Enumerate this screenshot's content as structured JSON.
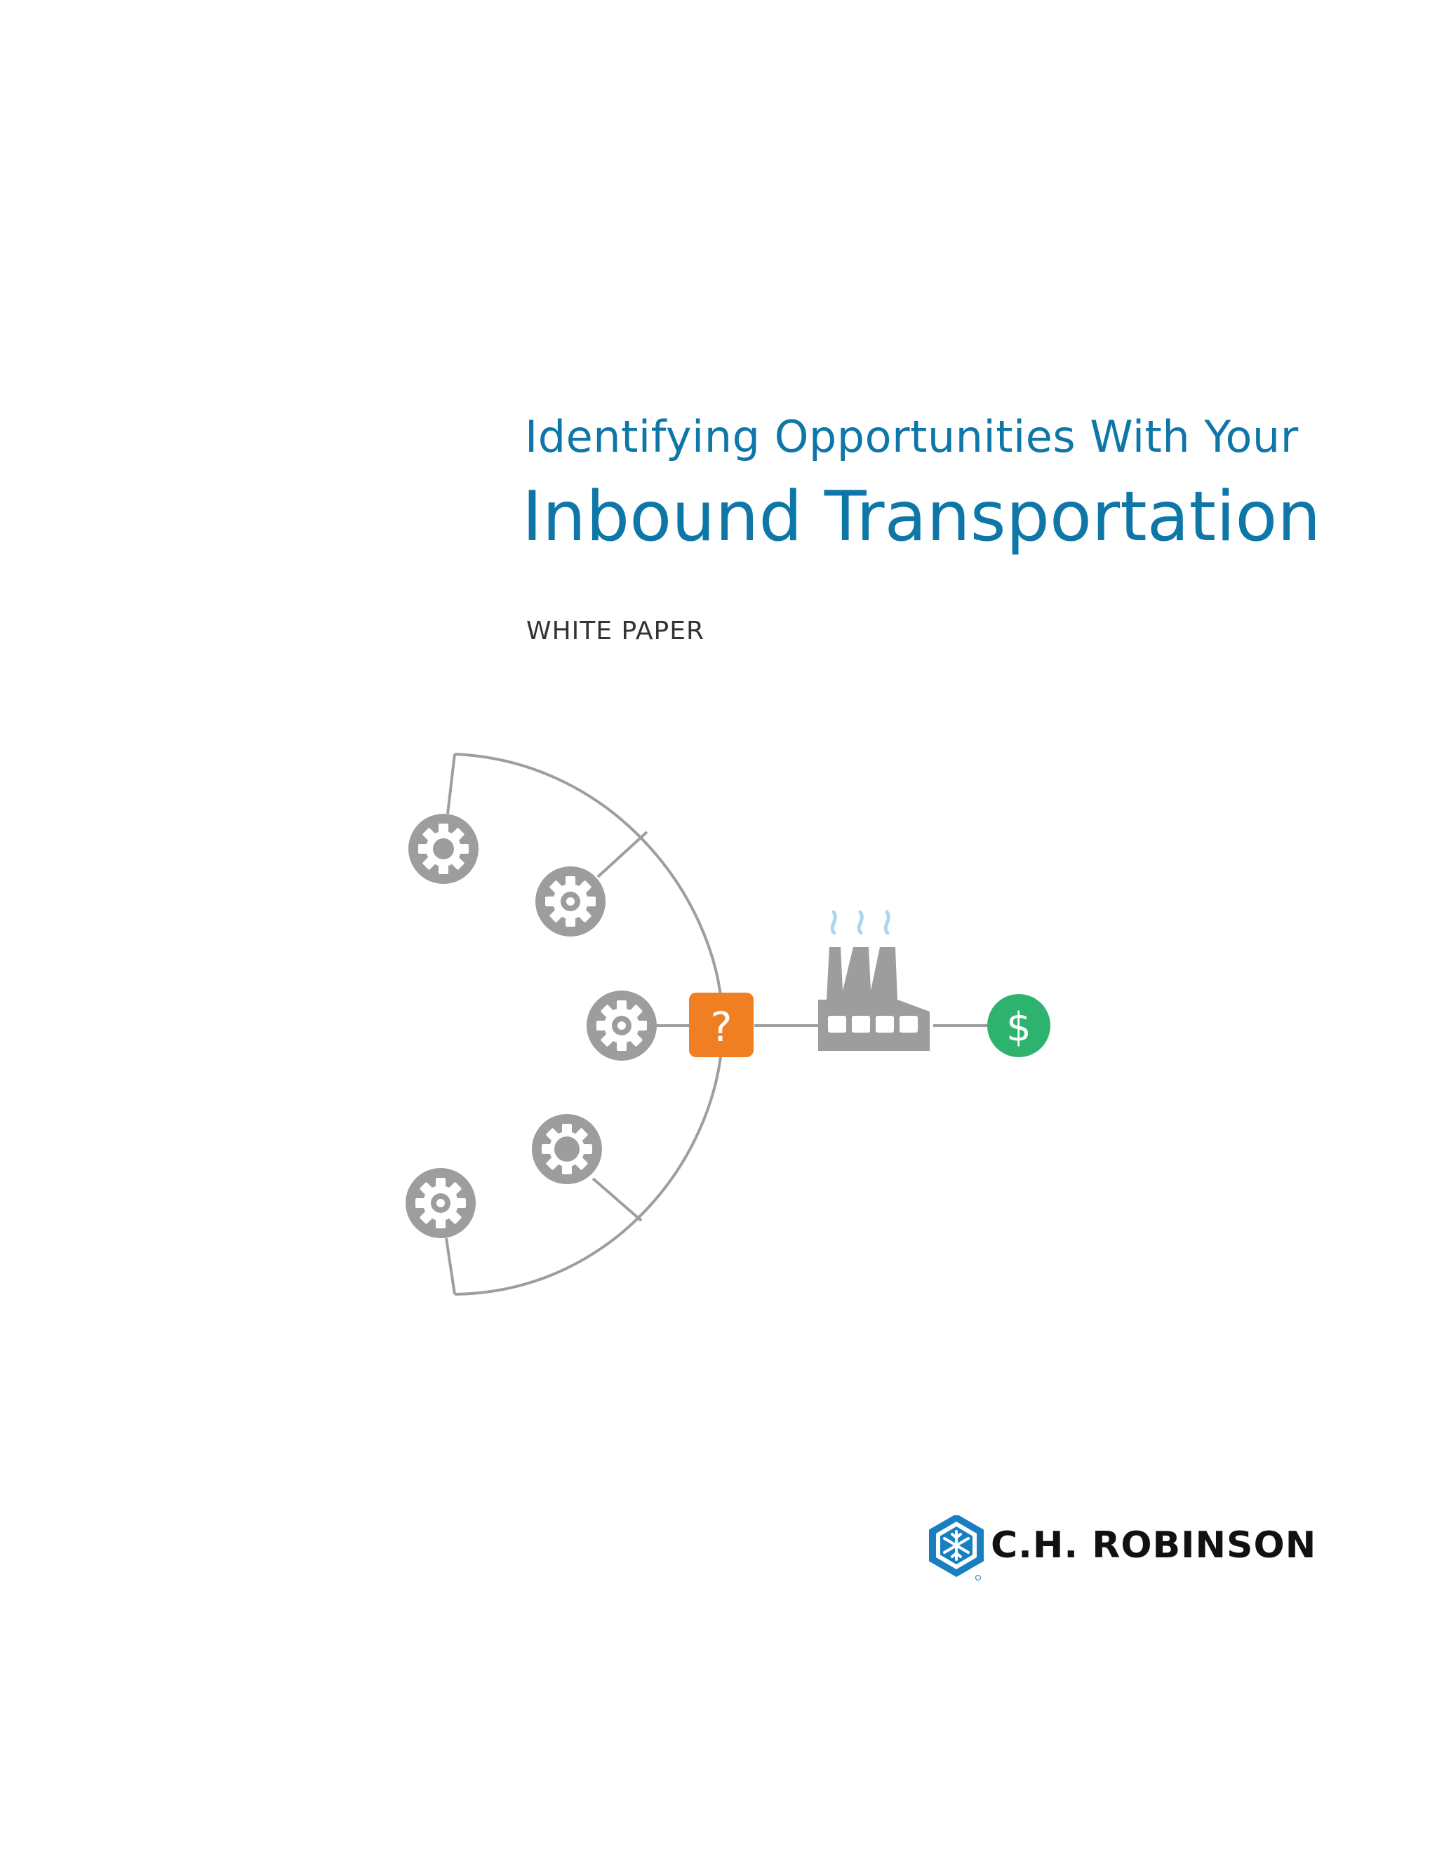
{
  "title": {
    "line1": "Identifying Opportunities With Your",
    "line2": "Inbound Transportation"
  },
  "doc_type": "WHITE PAPER",
  "diagram": {
    "question_mark": "?",
    "currency_symbol": "$"
  },
  "brand": {
    "name": "C.H. ROBINSON"
  },
  "colors": {
    "title_blue": "#0f77a8",
    "line_gray": "#9e9e9e",
    "icon_gray": "#9d9d9d",
    "question_orange": "#f07f24",
    "dollar_green": "#2eb36f",
    "steam_blue": "#a9d7ef",
    "logo_blue": "#1a7fc1"
  }
}
